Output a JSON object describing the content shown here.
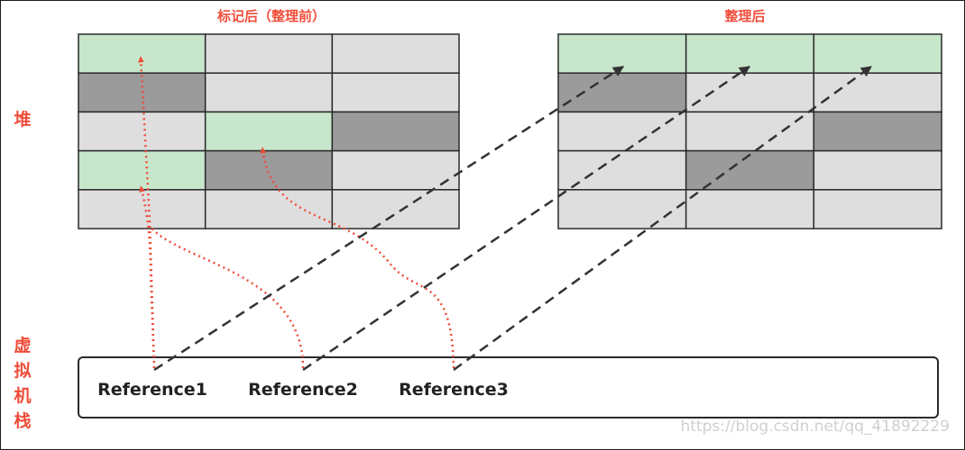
{
  "diagram": {
    "before_title": "标记后（整理前）",
    "after_title": "整理后",
    "heap_label": [
      "堆"
    ],
    "stack_label": [
      "虚",
      "拟",
      "机",
      "栈"
    ],
    "references": [
      "Reference1",
      "Reference2",
      "Reference3"
    ],
    "watermark": "https://blog.csdn.net/qq_41892229",
    "rows": 5,
    "cols": 3,
    "before_grid": [
      [
        "live",
        "free",
        "free"
      ],
      [
        "garbage",
        "free",
        "free"
      ],
      [
        "free",
        "live",
        "garbage"
      ],
      [
        "live",
        "garbage",
        "free"
      ],
      [
        "free",
        "free",
        "free"
      ]
    ],
    "after_grid": [
      [
        "live",
        "live",
        "live"
      ],
      [
        "garbage",
        "free",
        "free"
      ],
      [
        "free",
        "free",
        "garbage"
      ],
      [
        "free",
        "garbage",
        "free"
      ],
      [
        "free",
        "free",
        "free"
      ]
    ]
  },
  "colors": {
    "live": "#c7e6cb",
    "garbage": "#9b9b9b",
    "free": "#dedede",
    "grid_line": "#2a2a2a",
    "label": "#f04d3a",
    "dotted_arrow": "#f04d3a",
    "dashed_arrow": "#333333"
  }
}
